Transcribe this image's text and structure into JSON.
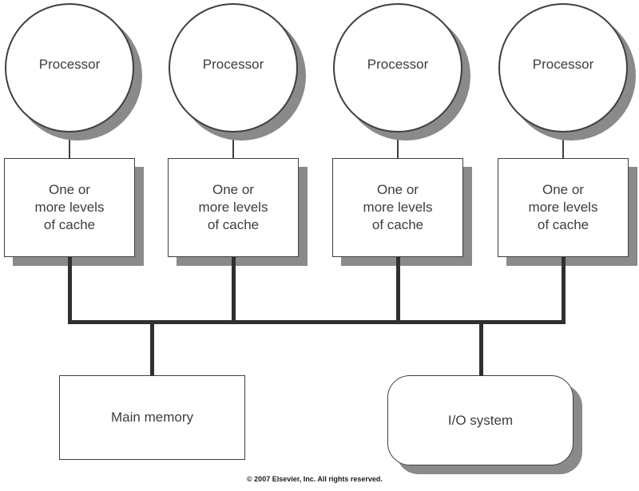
{
  "diagram": {
    "processors": [
      {
        "label": "Processor"
      },
      {
        "label": "Processor"
      },
      {
        "label": "Processor"
      },
      {
        "label": "Processor"
      }
    ],
    "caches": [
      {
        "label": "One or\nmore levels\nof cache"
      },
      {
        "label": "One or\nmore levels\nof cache"
      },
      {
        "label": "One or\nmore levels\nof cache"
      },
      {
        "label": "One or\nmore levels\nof cache"
      }
    ],
    "memory": {
      "label": "Main memory"
    },
    "io": {
      "label": "I/O system"
    },
    "footer": {
      "copyright": "© 2007 Elsevier, Inc. All rights reserved."
    }
  },
  "colors": {
    "line": "#303030",
    "node_border": "#3f3f3f",
    "shadow": "#8a8a8a",
    "text": "#3d3d3d",
    "background": "#ffffff"
  }
}
